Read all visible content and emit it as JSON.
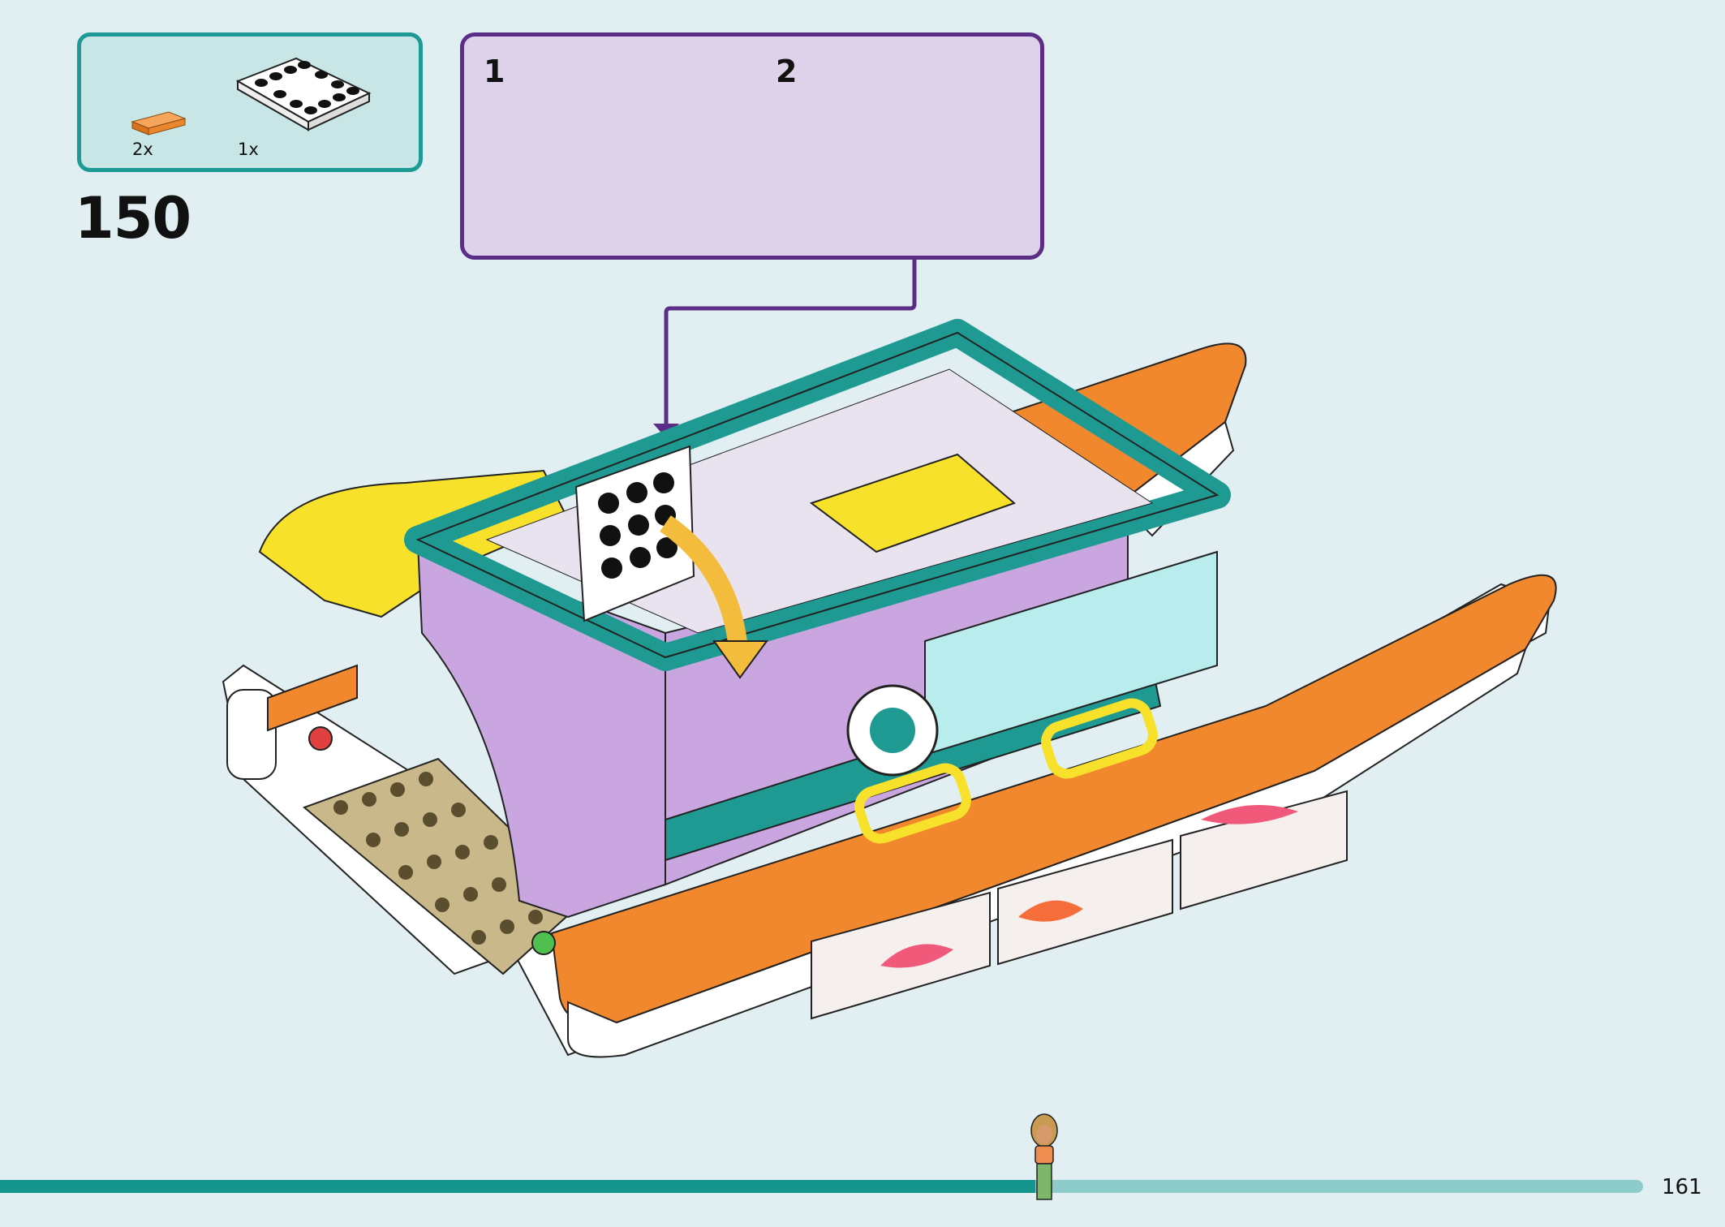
{
  "step": {
    "number": "150"
  },
  "parts": [
    {
      "name": "orange-tile-1x4",
      "quantity": "2x"
    },
    {
      "name": "white-plate-4x4-with-clips",
      "quantity": "1x"
    }
  ],
  "substeps": [
    {
      "label": "1"
    },
    {
      "label": "2"
    }
  ],
  "page": {
    "number": "161",
    "progress": 0.63
  },
  "colors": {
    "parts_border": "#1d9a94",
    "sub_border": "#5b2d86",
    "progress_done": "#15958d",
    "progress_remaining": "#8ecbcb",
    "orange": "#f2882d",
    "teal": "#1f9a92",
    "lavender": "#c9a6df",
    "yellow": "#f7e12a"
  }
}
